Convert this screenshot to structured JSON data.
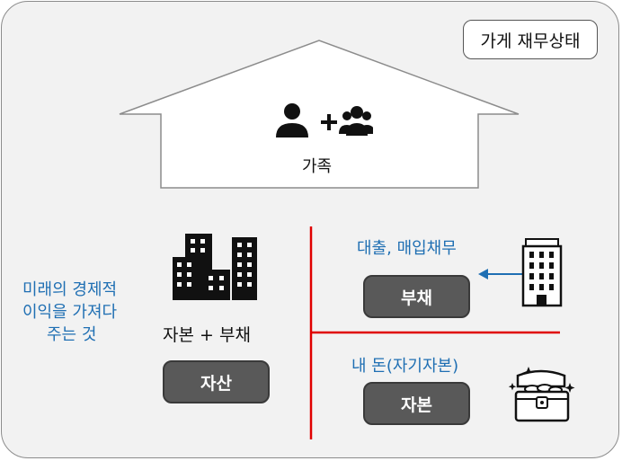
{
  "title": "가게 재무상태",
  "house": {
    "label": "가족"
  },
  "asset_definition": [
    "미래의 경제적",
    "이익을 가져다",
    "주는 것"
  ],
  "equation": "자본 + 부채",
  "buttons": {
    "asset": "자산",
    "liability": "부채",
    "equity": "자본"
  },
  "liability_desc": "대출, 매입채무",
  "equity_desc": "내 돈(자기자본)",
  "icons": [
    "person-plus-group-icon",
    "buildings-icon",
    "office-tower-icon",
    "treasure-chest-icon",
    "arrow-left-icon"
  ],
  "colors": {
    "divider": "#e00000",
    "accent_text": "#1f6fb3",
    "pill": "#595959",
    "arrow": "#1f6fb3"
  }
}
